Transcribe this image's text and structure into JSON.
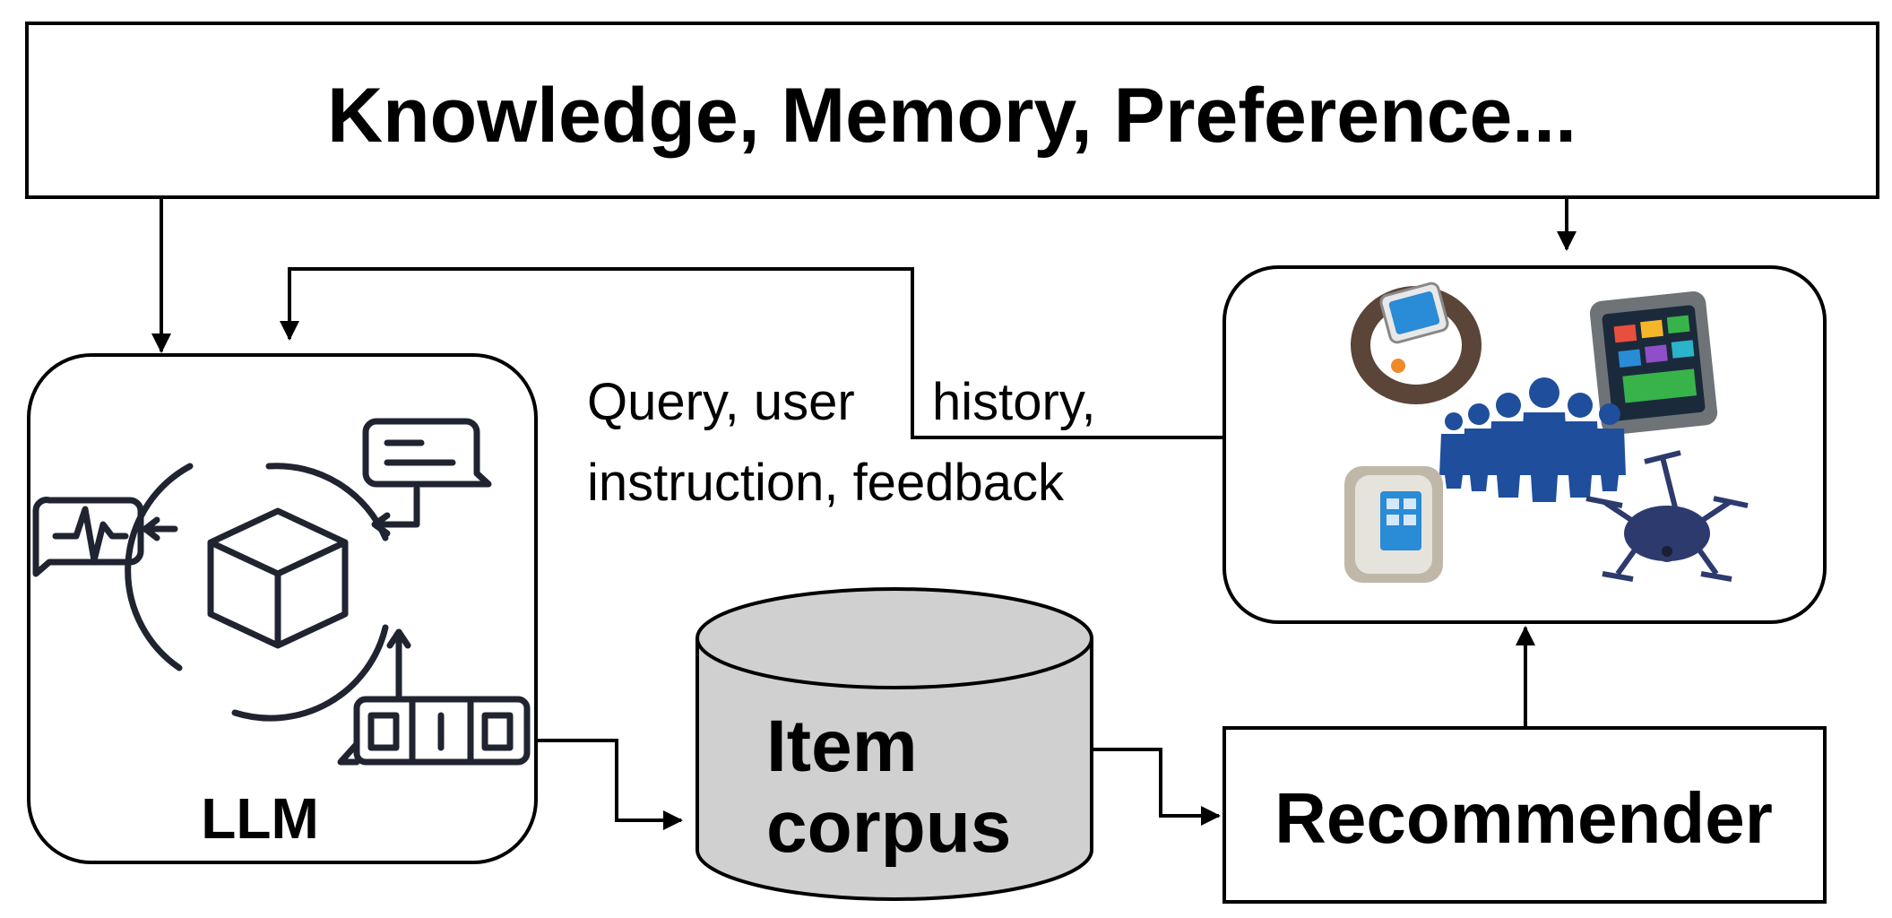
{
  "top_banner": {
    "text": "Knowledge, Memory, Preference..."
  },
  "llm": {
    "label": "LLM"
  },
  "feedback_label": {
    "line1_a": "Query, user",
    "line1_b": "history,",
    "line2": "instruction, feedback"
  },
  "corpus": {
    "line1": "Item",
    "line2": "corpus"
  },
  "recommender": {
    "label": "Recommender"
  },
  "icons": {
    "llm": [
      "cube-icon",
      "message-icon",
      "waveform-icon",
      "binary-tokens-icon",
      "cycle-arrows-icon"
    ],
    "users": [
      "smartwatch-icon",
      "tablet-icon",
      "thermostat-icon",
      "drone-icon",
      "people-group-icon"
    ]
  },
  "colors": {
    "stroke": "#000000",
    "corpus_fill": "#d0d0d0",
    "icon_dark": "#2b2f3a",
    "people_blue": "#1f4e9c",
    "screen_blue": "#2a8bd6"
  }
}
